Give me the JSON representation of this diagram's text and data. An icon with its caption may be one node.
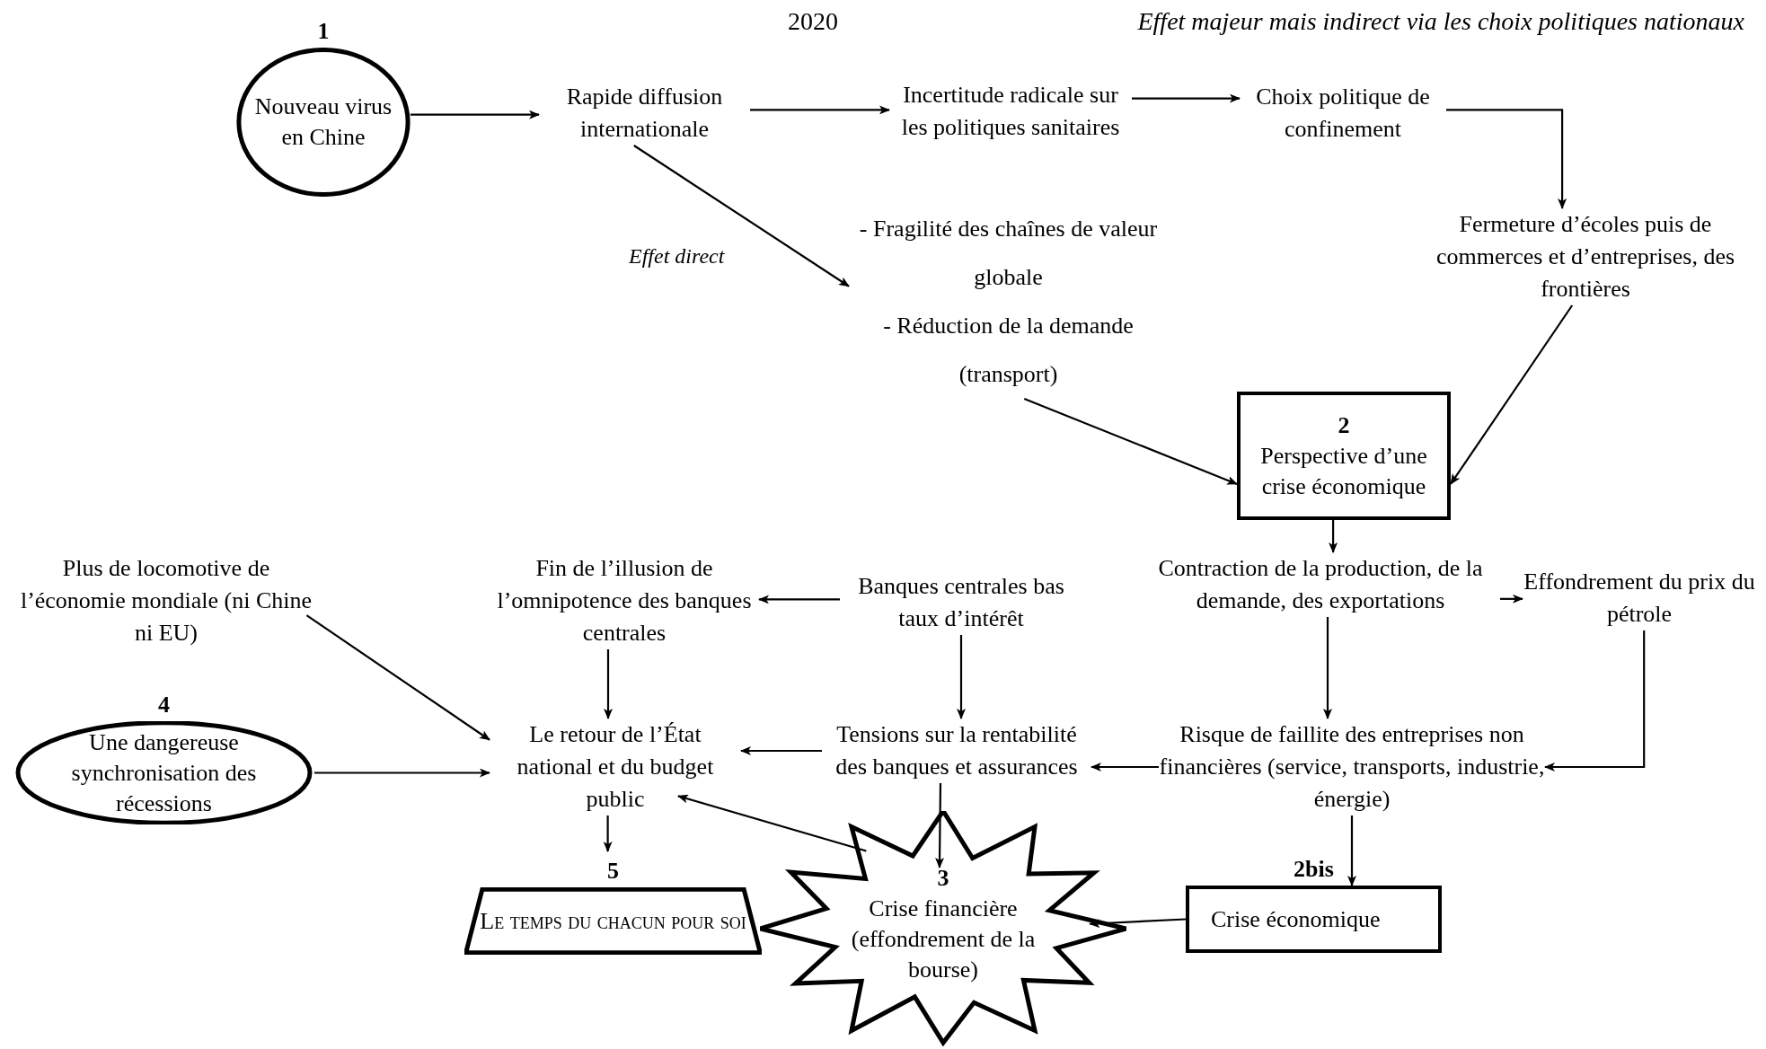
{
  "diagram": {
    "nodes": [
      {
        "text": [
          "1",
          "Nouveau virus en Chine"
        ]
      },
      {
        "text": [
          "Rapide diffusion internationale"
        ]
      },
      {
        "text": [
          "Incertitude radicale sur les politiques sanitaires"
        ]
      },
      {
        "text": [
          "Choix politique de confinement"
        ]
      },
      {
        "text": [
          "Fermeture d’écoles puis de commerces et d’entreprises, des frontières"
        ]
      },
      {
        "text": [
          "-  Fragilité des chaînes de valeur globale",
          "-  Réduction de la demande (transport)"
        ]
      },
      {
        "text": [
          "2",
          "Perspective d’une crise économique"
        ]
      },
      {
        "text": [
          "Contraction de la production, de la demande, des exportations"
        ]
      },
      {
        "text": [
          "Effondrement du prix du pétrole"
        ]
      },
      {
        "text": [
          "Risque de faillite des entreprises non financières (service, transports, industrie, énergie)"
        ]
      },
      {
        "text": [
          "2bis",
          "Crise économique"
        ]
      },
      {
        "text": [
          "3",
          "Crise financière (effondrement de la bourse)"
        ]
      },
      {
        "text": [
          "Banques centrales bas taux d’intérêt"
        ]
      },
      {
        "text": [
          "Fin de l’illusion de l’omnipotence des banques centrales"
        ]
      },
      {
        "text": [
          "Plus de locomotive de l’économie mondiale (ni Chine ni EU)"
        ]
      },
      {
        "text": [
          "Tensions sur la rentabilité des banques et assurances"
        ]
      },
      {
        "text": [
          "Le retour de l’État national et du budget public"
        ]
      },
      {
        "text": [
          "4",
          "Une dangereuse synchronisation des récessions"
        ]
      },
      {
        "text": [
          "5",
          "Le temps du chacun pour soi"
        ]
      }
    ],
    "edges": [
      {
        "from": 0,
        "to": 1,
        "arrow": "to"
      },
      {
        "from": 1,
        "to": 2,
        "arrow": "to"
      },
      {
        "from": 2,
        "to": 3,
        "arrow": "to"
      },
      {
        "from": 3,
        "to": 4,
        "arrow": "to"
      },
      {
        "from": 1,
        "to": 5,
        "arrow": "to",
        "label": "Effet direct"
      },
      {
        "from": 5,
        "to": 6,
        "arrow": "to"
      },
      {
        "from": 4,
        "to": 6,
        "arrow": "to"
      },
      {
        "from": 6,
        "to": 7,
        "arrow": "to"
      },
      {
        "from": 7,
        "to": 8,
        "arrow": "to"
      },
      {
        "from": 7,
        "to": 9,
        "arrow": "to"
      },
      {
        "from": 8,
        "to": 9,
        "arrow": "to"
      },
      {
        "from": 12,
        "to": 13,
        "arrow": "to"
      },
      {
        "from": 12,
        "to": 15,
        "arrow": "to"
      },
      {
        "from": 13,
        "to": 16,
        "arrow": "to"
      },
      {
        "from": 14,
        "to": 16,
        "arrow": "to"
      },
      {
        "from": 17,
        "to": 16,
        "arrow": "to"
      },
      {
        "from": 15,
        "to": 16,
        "arrow": "to"
      },
      {
        "from": 9,
        "to": 15,
        "arrow": "to"
      },
      {
        "from": 9,
        "to": 10,
        "arrow": "to"
      },
      {
        "from": 10,
        "to": 11,
        "arrow": "to"
      },
      {
        "from": 15,
        "to": 11,
        "arrow": "to"
      },
      {
        "from": 11,
        "to": 16,
        "arrow": "to"
      },
      {
        "from": 16,
        "to": 18,
        "arrow": "to"
      }
    ],
    "labels": [
      "2020",
      "Effet majeur mais indirect via les choix politiques nationaux"
    ]
  }
}
